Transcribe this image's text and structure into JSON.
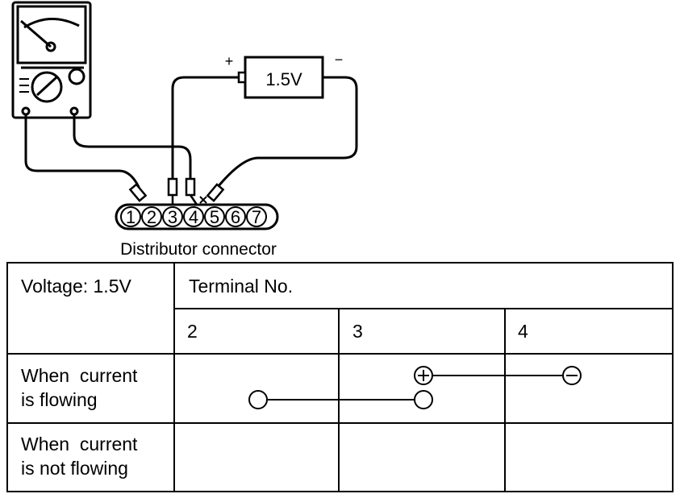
{
  "battery": {
    "label": "1.5V",
    "plus": "+",
    "minus": "−"
  },
  "connector": {
    "caption": "Distributor connector",
    "pins": [
      "1",
      "2",
      "3",
      "4",
      "5",
      "6",
      "7"
    ]
  },
  "table": {
    "voltage_header": "Voltage: 1.5V",
    "terminal_header": "Terminal No.",
    "terminals": [
      "2",
      "3",
      "4"
    ],
    "rows": [
      {
        "label_line1": "When  current",
        "label_line2": "is flowing"
      },
      {
        "label_line1": "When  current",
        "label_line2": "is not flowing"
      }
    ],
    "symbols": {
      "plus": "⊕",
      "minus": "⊖"
    }
  }
}
